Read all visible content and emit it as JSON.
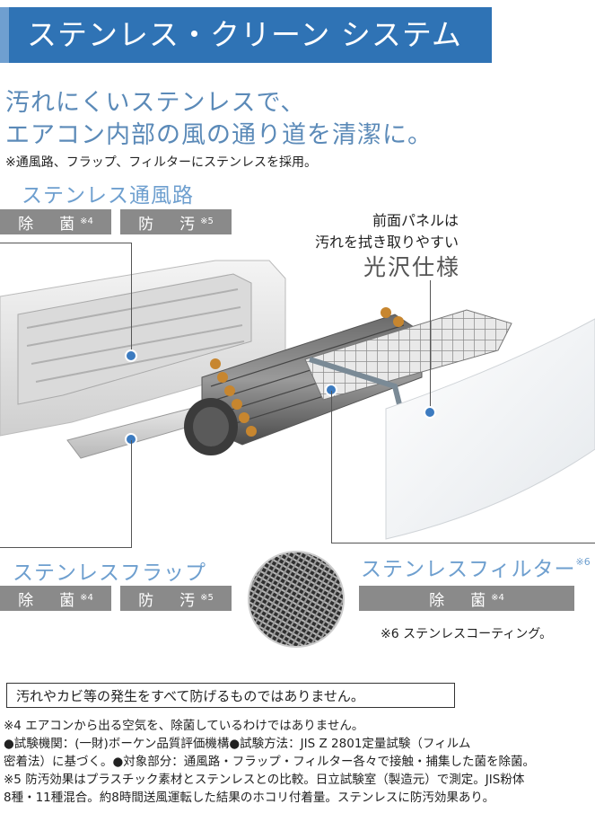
{
  "header": {
    "title": "ステンレス・クリーン システム"
  },
  "headline": {
    "line1": "汚れにくいステンレスで、",
    "line2": "エアコン内部の風の通り道を清潔に。"
  },
  "note_top": "※通風路、フラップ、フィルターにステンレスを採用。",
  "sections": {
    "air_path": {
      "title": "ステンレス通風路",
      "badge1": {
        "label": "除　菌",
        "mark": "※4"
      },
      "badge2": {
        "label": "防　汚",
        "mark": "※5"
      }
    },
    "flap": {
      "title": "ステンレスフラップ",
      "badge1": {
        "label": "除　菌",
        "mark": "※4"
      },
      "badge2": {
        "label": "防　汚",
        "mark": "※5"
      }
    },
    "filter": {
      "title": "ステンレスフィルター",
      "title_mark": "※6",
      "badge1": {
        "label": "除　菌",
        "mark": "※4"
      },
      "note": "※6 ステンレスコーティング。"
    },
    "panel": {
      "line1": "前面パネルは",
      "line2": "汚れを拭き取りやすい",
      "line3": "光沢仕様"
    }
  },
  "disclaimer": "汚れやカビ等の発生をすべて防げるものではありません。",
  "footnotes": {
    "l1": "※4 エアコンから出る空気を、除菌しているわけではありません。",
    "l2": "●試験機関：(一財)ボーケン品質評価機構●試験方法：JIS Z 2801定量試験（フィルム",
    "l3": "密着法）に基づく。●対象部分：通風路・フラップ・フィルター各々で接触・捕集した菌を除菌。",
    "l4": "※5 防汚効果はプラスチック素材とステンレスとの比較。日立試験室（製造元）で測定。JIS粉体",
    "l5": "8種・11種混合。約8時間送風運転した結果のホコリ付着量。ステンレスに防汚効果あり。"
  },
  "colors": {
    "banner": "#2f73b5",
    "accent_text": "#6e9fcf",
    "badge": "#8a8a8a",
    "dot": "#3c7bc0"
  }
}
